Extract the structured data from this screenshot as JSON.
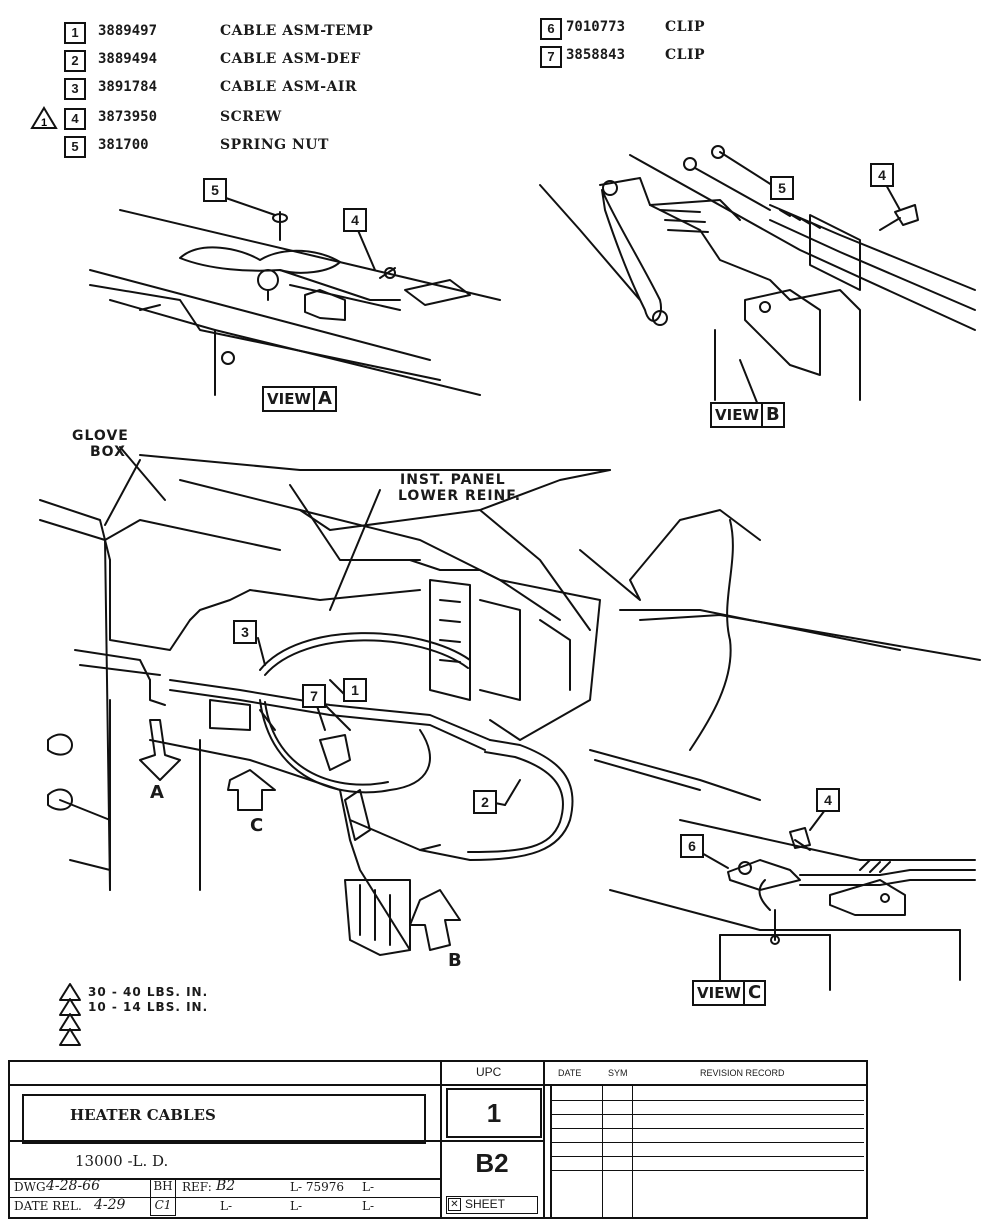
{
  "parts": [
    {
      "no": "1",
      "part": "3889497",
      "name": "CABLE ASM-TEMP",
      "flag": ""
    },
    {
      "no": "2",
      "part": "3889494",
      "name": "CABLE ASM-DEF",
      "flag": ""
    },
    {
      "no": "3",
      "part": "3891784",
      "name": "CABLE ASM-AIR",
      "flag": ""
    },
    {
      "no": "4",
      "part": "3873950",
      "name": "SCREW",
      "flag": "1"
    },
    {
      "no": "5",
      "part": "381700",
      "name": "SPRING NUT",
      "flag": ""
    },
    {
      "no": "6",
      "part": "7010773",
      "name": "CLIP",
      "flag": ""
    },
    {
      "no": "7",
      "part": "3858843",
      "name": "CLIP",
      "flag": ""
    }
  ],
  "views": {
    "a": {
      "word": "VIEW",
      "letter": "A"
    },
    "b": {
      "word": "VIEW",
      "letter": "B"
    },
    "c": {
      "word": "VIEW",
      "letter": "C"
    }
  },
  "labels": {
    "glove_box_1": "GLOVE",
    "glove_box_2": "BOX",
    "inst_panel_1": "INST. PANEL",
    "inst_panel_2": "LOWER REINF.",
    "arrow_a": "A",
    "arrow_b": "B",
    "arrow_c": "C"
  },
  "callouts": {
    "view_a_5": "5",
    "view_a_4": "4",
    "view_b_5": "5",
    "view_b_4": "4",
    "main_3": "3",
    "main_1": "1",
    "main_7": "7",
    "main_2": "2",
    "view_c_4": "4",
    "view_c_6": "6"
  },
  "torque_notes": [
    {
      "flag": "1",
      "text": "30 - 40 LBS. IN."
    },
    {
      "flag": "2",
      "text": "10 - 14 LBS. IN."
    },
    {
      "flag": "3",
      "text": ""
    },
    {
      "flag": "4",
      "text": ""
    }
  ],
  "title_block": {
    "title": "HEATER CABLES",
    "series": "13000 -L. D.",
    "upc_header": "UPC",
    "upc_value": "1",
    "section": "B2",
    "sheet_label": "SHEET",
    "date_header": "DATE",
    "sym_header": "SYM",
    "revision_header": "REVISION RECORD",
    "dwg_label": "DWG",
    "dwg_date": "4-28-66",
    "dwg_initials": "BH",
    "ref_label": "REF:",
    "ref_value": "B2",
    "l_number": "L- 75976",
    "l_blank": "L-",
    "date_rel_label": "DATE REL.",
    "date_rel_value": "4-29",
    "date_rel_initials": "C1"
  }
}
